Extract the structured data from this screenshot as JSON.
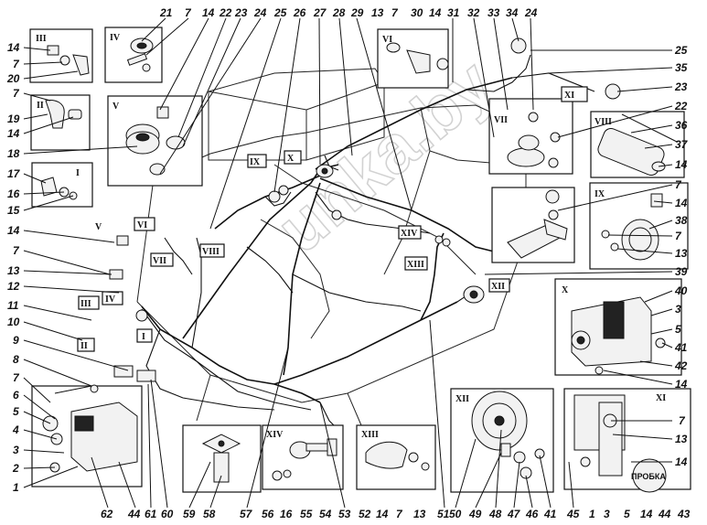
{
  "diagram": {
    "watermark": "unka.by",
    "logo_text": "ПРОБКА",
    "top_numbers": [
      "21",
      "7",
      "14",
      "22",
      "23",
      "24",
      "25",
      "26",
      "27",
      "28",
      "29",
      "13",
      "7",
      "30",
      "14",
      "31",
      "32",
      "33",
      "34",
      "24"
    ],
    "right_numbers": [
      "25",
      "35",
      "23",
      "22",
      "36",
      "37",
      "14",
      "7",
      "14",
      "38",
      "7",
      "13",
      "39",
      "40",
      "3",
      "5",
      "41",
      "42",
      "14"
    ],
    "left_numbers": [
      "14",
      "7",
      "20",
      "7",
      "19",
      "14",
      "18",
      "17",
      "16",
      "15",
      "14",
      "7",
      "13",
      "12",
      "11",
      "10",
      "9",
      "8",
      "7",
      "6",
      "5",
      "4",
      "3",
      "2",
      "1"
    ],
    "bottom_numbers": [
      "62",
      "44",
      "61",
      "60",
      "59",
      "58",
      "57",
      "56",
      "16",
      "55",
      "54",
      "53",
      "52",
      "14",
      "7",
      "13",
      "51",
      "50",
      "49",
      "48",
      "47",
      "46",
      "41",
      "45",
      "1",
      "3",
      "5",
      "14",
      "44",
      "43"
    ],
    "bottom_right_numbers": [
      "7",
      "13",
      "14"
    ],
    "insets": [
      "III",
      "IV",
      "II",
      "V",
      "VI",
      "I",
      "IX",
      "X",
      "VII",
      "XI",
      "VIII",
      "XII",
      "XIV",
      "XIII"
    ],
    "body_labels": [
      "V",
      "VI",
      "VII",
      "VIII",
      "IV",
      "III",
      "II",
      "I",
      "IX",
      "X",
      "XIV",
      "XIII",
      "XII"
    ]
  }
}
